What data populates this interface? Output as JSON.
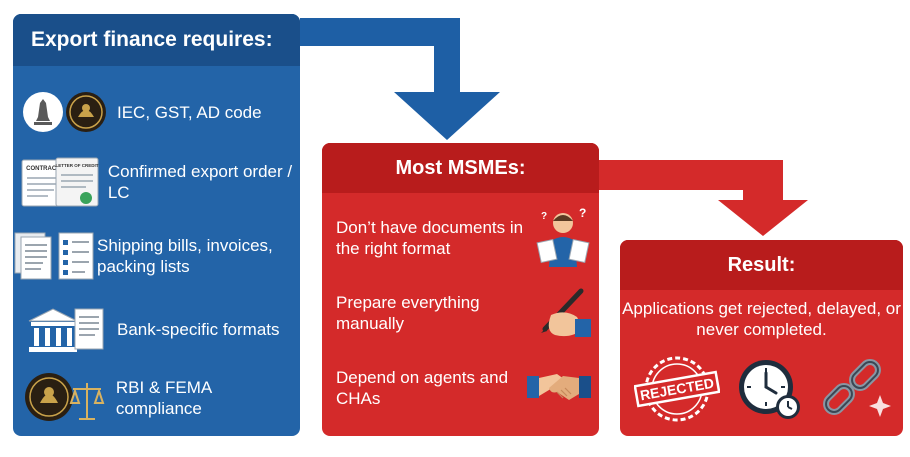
{
  "requires": {
    "title": "Export finance requires:",
    "items": [
      {
        "label": "IEC, GST, AD code",
        "icons": [
          "government-emblem-icon",
          "rbi-seal-icon"
        ]
      },
      {
        "label": "Confirmed export order / LC",
        "icons": [
          "contract-document-icon"
        ]
      },
      {
        "label": "Shipping bills, invoices, packing lists",
        "icons": [
          "shipping-documents-icon"
        ]
      },
      {
        "label": "Bank-specific formats",
        "icons": [
          "bank-building-icon"
        ]
      },
      {
        "label": "RBI & FEMA compliance",
        "icons": [
          "rbi-scale-icon"
        ]
      }
    ],
    "icon_text": {
      "contract": "CONTRACT",
      "credit": "LETTER OF CREDIT"
    }
  },
  "msme": {
    "title": "Most MSMEs:",
    "items": [
      {
        "label": "Don’t have documents in the right format",
        "icon": "confused-person-icon"
      },
      {
        "label": "Prepare everything manually",
        "icon": "hand-writing-icon"
      },
      {
        "label": "Depend on agents and CHAs",
        "icon": "handshake-icon"
      }
    ]
  },
  "result": {
    "title": "Result:",
    "text": "Applications get rejected, delayed, or never completed.",
    "stamp_text": "REJECTED",
    "icons": [
      "rejected-stamp-icon",
      "clock-icon",
      "broken-chain-icon"
    ]
  },
  "colors": {
    "blue_panel": "#2364a8",
    "blue_header": "#1a4f8a",
    "red_panel": "#d42a2a",
    "red_header": "#b81c1c",
    "blue_arrow": "#1e5fa5",
    "red_arrow": "#d42a2a"
  }
}
